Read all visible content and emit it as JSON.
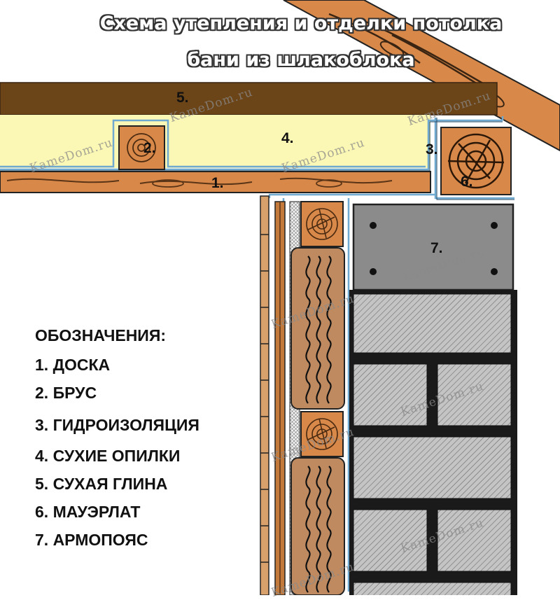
{
  "title": {
    "line1": "Схема утепления и отделки потолка",
    "line2": "бани из шлакоблока"
  },
  "legend": {
    "heading": "ОБОЗНАЧЕНИЯ:",
    "items": [
      "1. ДОСКА",
      "2. БРУС",
      "3. ГИДРОИЗОЛЯЦИЯ",
      "4. СУХИЕ ОПИЛКИ",
      "5. СУХАЯ ГЛИНА",
      "6. МАУЭРЛАТ",
      "7. АРМОПОЯС"
    ]
  },
  "labels": {
    "board": "1.",
    "beam": "2.",
    "waterproofing": "3.",
    "sawdust": "4.",
    "clay": "5.",
    "mauerlat": "6.",
    "armobelt": "7."
  },
  "watermark": "KameDom.ru",
  "colors": {
    "clay": "#6b4418",
    "sawdust": "#fbf7b4",
    "wood": "#d8894a",
    "waterproofing": "#6fa9cf",
    "armobelt": "#8b8b8b",
    "block": "#bdbdbd",
    "mortar": "#222222",
    "timber_wall": "#bf8a60"
  }
}
